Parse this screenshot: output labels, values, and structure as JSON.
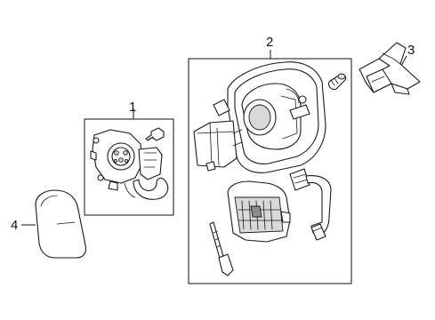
{
  "callouts": [
    {
      "id": "1",
      "label": "1"
    },
    {
      "id": "2",
      "label": "2"
    },
    {
      "id": "3",
      "label": "3"
    },
    {
      "id": "4",
      "label": "4"
    }
  ],
  "colors": {
    "line": "#1a1a1a",
    "background": "#ffffff",
    "shade": "#d9d9d9"
  }
}
